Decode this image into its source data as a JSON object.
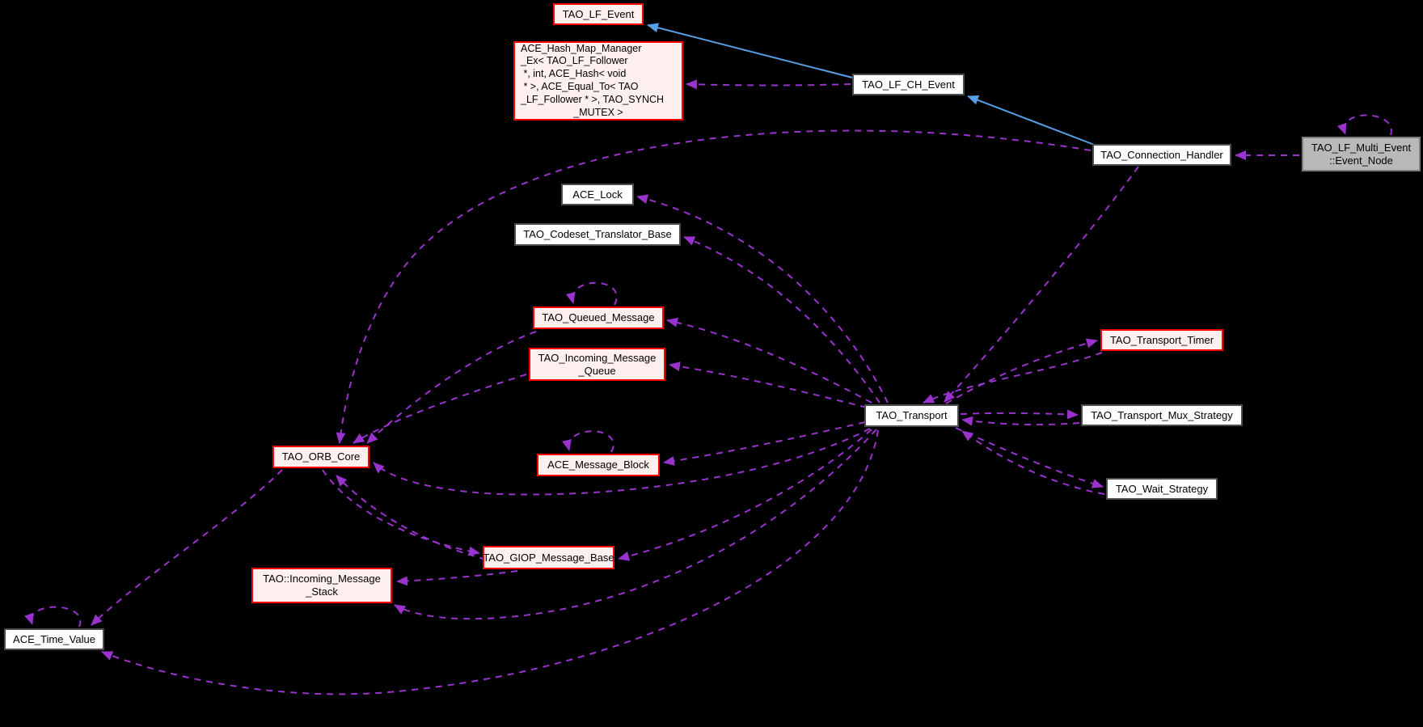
{
  "diagram": {
    "kind": "doxygen-collaboration-graph",
    "background_color": "#000000",
    "colors": {
      "uses_edge": "#9a32cd",
      "inherit_edge": "#55a0e6",
      "truncated_border": "#ff0000",
      "truncated_fill": "#fff0f0",
      "plain_border": "#4d4d4d",
      "plain_fill": "#ffffff",
      "focus_border": "#7d7d7d",
      "focus_fill": "#b9b9b9",
      "text": "#000000"
    },
    "nodes": [
      {
        "id": "TAO_LF_Event",
        "lines": [
          "TAO_LF_Event"
        ],
        "style": "red"
      },
      {
        "id": "ACE_Hash_Map_Manager_Ex",
        "lines": [
          "ACE_Hash_Map_Manager",
          "_Ex< TAO_LF_Follower",
          " *, int, ACE_Hash< void",
          " * >, ACE_Equal_To< TAO",
          "_LF_Follower * >, TAO_SYNCH",
          "_MUTEX >"
        ],
        "style": "red",
        "align": "left",
        "center_last": true
      },
      {
        "id": "TAO_LF_CH_Event",
        "lines": [
          "TAO_LF_CH_Event"
        ],
        "style": "plain"
      },
      {
        "id": "TAO_Connection_Handler",
        "lines": [
          "TAO_Connection_Handler"
        ],
        "style": "plain"
      },
      {
        "id": "TAO_LF_Multi_Event_Event_Node",
        "lines": [
          "TAO_LF_Multi_Event",
          "::Event_Node"
        ],
        "style": "focus"
      },
      {
        "id": "ACE_Lock",
        "lines": [
          "ACE_Lock"
        ],
        "style": "plain"
      },
      {
        "id": "TAO_Codeset_Translator_Base",
        "lines": [
          "TAO_Codeset_Translator_Base"
        ],
        "style": "plain"
      },
      {
        "id": "TAO_Queued_Message",
        "lines": [
          "TAO_Queued_Message"
        ],
        "style": "red"
      },
      {
        "id": "TAO_Incoming_Message_Queue",
        "lines": [
          "TAO_Incoming_Message",
          "_Queue"
        ],
        "style": "red"
      },
      {
        "id": "ACE_Message_Block",
        "lines": [
          "ACE_Message_Block"
        ],
        "style": "red"
      },
      {
        "id": "TAO_ORB_Core",
        "lines": [
          "TAO_ORB_Core"
        ],
        "style": "red"
      },
      {
        "id": "TAO_Transport",
        "lines": [
          "TAO_Transport"
        ],
        "style": "plain"
      },
      {
        "id": "TAO_Transport_Timer",
        "lines": [
          "TAO_Transport_Timer"
        ],
        "style": "red"
      },
      {
        "id": "TAO_Transport_Mux_Strategy",
        "lines": [
          "TAO_Transport_Mux_Strategy"
        ],
        "style": "plain"
      },
      {
        "id": "TAO_Wait_Strategy",
        "lines": [
          "TAO_Wait_Strategy"
        ],
        "style": "plain"
      },
      {
        "id": "TAO_GIOP_Message_Base",
        "lines": [
          "TAO_GIOP_Message_Base"
        ],
        "style": "red"
      },
      {
        "id": "TAO_Incoming_Message_Stack",
        "lines": [
          "TAO::Incoming_Message",
          "_Stack"
        ],
        "style": "red"
      },
      {
        "id": "ACE_Time_Value",
        "lines": [
          "ACE_Time_Value"
        ],
        "style": "plain"
      }
    ],
    "edges": [
      {
        "from": "TAO_LF_CH_Event",
        "to": "TAO_LF_Event",
        "kind": "inherits"
      },
      {
        "from": "TAO_Connection_Handler",
        "to": "TAO_LF_CH_Event",
        "kind": "inherits"
      },
      {
        "from": "TAO_LF_CH_Event",
        "to": "ACE_Hash_Map_Manager_Ex",
        "kind": "uses"
      },
      {
        "from": "TAO_LF_Multi_Event_Event_Node",
        "to": "TAO_LF_Multi_Event_Event_Node",
        "kind": "uses"
      },
      {
        "from": "TAO_LF_Multi_Event_Event_Node",
        "to": "TAO_Connection_Handler",
        "kind": "uses"
      },
      {
        "from": "TAO_Connection_Handler",
        "to": "TAO_ORB_Core",
        "kind": "uses"
      },
      {
        "from": "TAO_Connection_Handler",
        "to": "TAO_Transport",
        "kind": "uses"
      },
      {
        "from": "TAO_Transport",
        "to": "ACE_Lock",
        "kind": "uses"
      },
      {
        "from": "TAO_Transport",
        "to": "TAO_Codeset_Translator_Base",
        "kind": "uses"
      },
      {
        "from": "TAO_Transport",
        "to": "TAO_Queued_Message",
        "kind": "uses"
      },
      {
        "from": "TAO_Queued_Message",
        "to": "TAO_Queued_Message",
        "kind": "uses"
      },
      {
        "from": "TAO_Queued_Message",
        "to": "TAO_ORB_Core",
        "kind": "uses"
      },
      {
        "from": "TAO_Transport",
        "to": "TAO_Incoming_Message_Queue",
        "kind": "uses"
      },
      {
        "from": "TAO_Incoming_Message_Queue",
        "to": "TAO_ORB_Core",
        "kind": "uses"
      },
      {
        "from": "TAO_Transport",
        "to": "ACE_Message_Block",
        "kind": "uses"
      },
      {
        "from": "ACE_Message_Block",
        "to": "ACE_Message_Block",
        "kind": "uses"
      },
      {
        "from": "TAO_Transport",
        "to": "TAO_ORB_Core",
        "kind": "uses"
      },
      {
        "from": "TAO_Transport",
        "to": "TAO_GIOP_Message_Base",
        "kind": "uses"
      },
      {
        "from": "TAO_GIOP_Message_Base",
        "to": "TAO_ORB_Core",
        "kind": "uses"
      },
      {
        "from": "TAO_ORB_Core",
        "to": "TAO_GIOP_Message_Base",
        "kind": "uses"
      },
      {
        "from": "TAO_GIOP_Message_Base",
        "to": "TAO_Incoming_Message_Stack",
        "kind": "uses"
      },
      {
        "from": "TAO_Transport",
        "to": "TAO_Incoming_Message_Stack",
        "kind": "uses"
      },
      {
        "from": "TAO_ORB_Core",
        "to": "ACE_Time_Value",
        "kind": "uses"
      },
      {
        "from": "ACE_Time_Value",
        "to": "ACE_Time_Value",
        "kind": "uses"
      },
      {
        "from": "TAO_Transport",
        "to": "ACE_Time_Value",
        "kind": "uses"
      },
      {
        "from": "TAO_Transport",
        "to": "TAO_Transport_Timer",
        "kind": "uses"
      },
      {
        "from": "TAO_Transport_Timer",
        "to": "TAO_Transport",
        "kind": "uses"
      },
      {
        "from": "TAO_Transport",
        "to": "TAO_Transport_Mux_Strategy",
        "kind": "uses"
      },
      {
        "from": "TAO_Transport_Mux_Strategy",
        "to": "TAO_Transport",
        "kind": "uses"
      },
      {
        "from": "TAO_Transport",
        "to": "TAO_Wait_Strategy",
        "kind": "uses"
      },
      {
        "from": "TAO_Wait_Strategy",
        "to": "TAO_Transport",
        "kind": "uses"
      }
    ]
  }
}
